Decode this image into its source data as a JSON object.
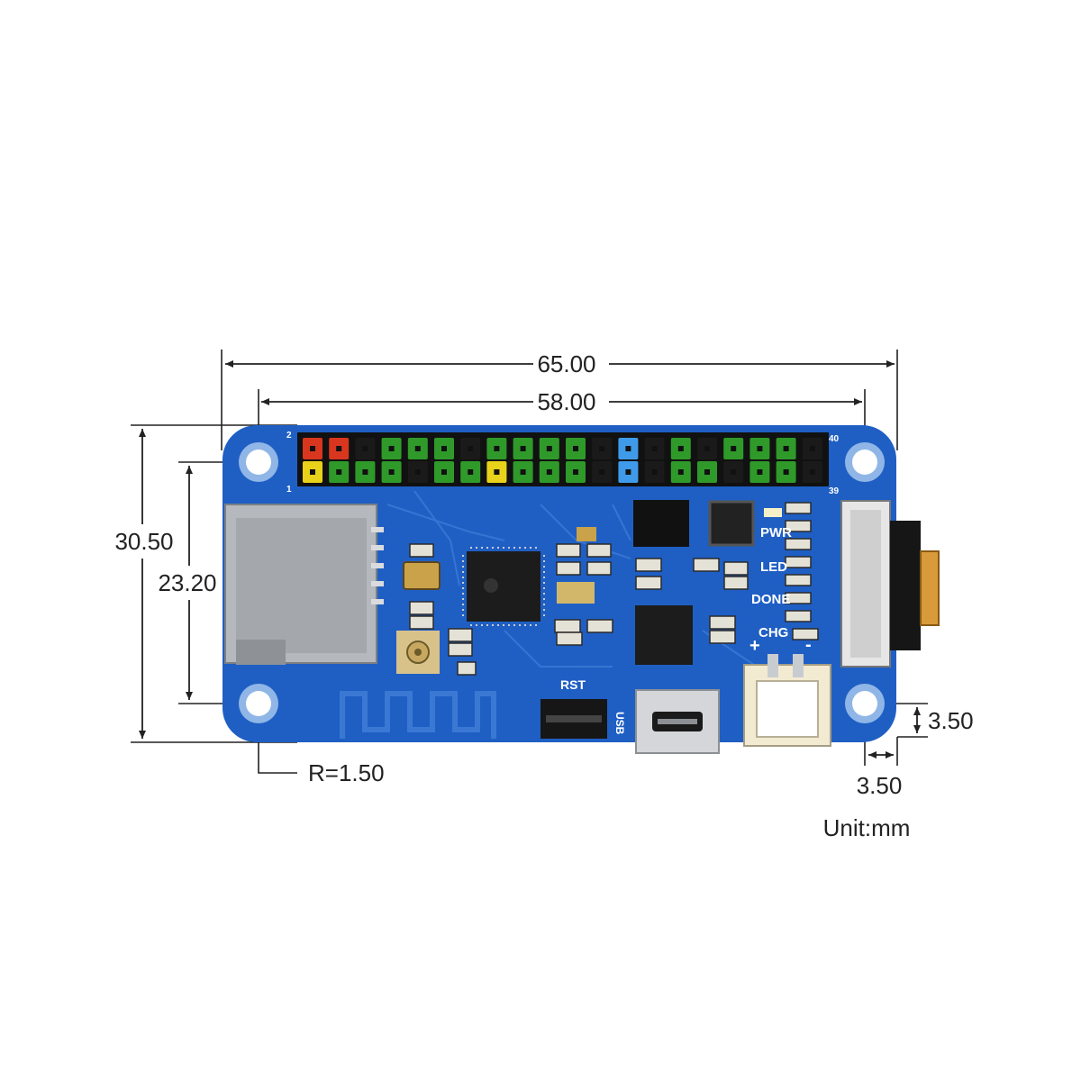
{
  "dimensions": {
    "overall_width": "65.00",
    "hole_spacing_x": "58.00",
    "overall_height": "30.50",
    "hole_spacing_y": "23.20",
    "corner_radius": "R=1.50",
    "hole_offset_y": "3.50",
    "hole_offset_x": "3.50",
    "unit": "Unit:mm"
  },
  "board": {
    "pcb_color": "#1f5fc4",
    "header_pin_labels": {
      "top_left": "2",
      "bottom_left": "1",
      "top_right": "40",
      "bottom_right": "39"
    },
    "header_pin_colors": {
      "top": [
        "red",
        "red",
        "black",
        "green",
        "green",
        "green",
        "black",
        "green",
        "green",
        "green",
        "green",
        "black",
        "blue",
        "black",
        "green",
        "black",
        "green",
        "green",
        "green",
        "black"
      ],
      "bottom": [
        "yellow",
        "green",
        "green",
        "green",
        "black",
        "green",
        "green",
        "yellow",
        "green",
        "green",
        "green",
        "black",
        "blue",
        "black",
        "green",
        "green",
        "black",
        "green",
        "green",
        "black"
      ]
    },
    "silkscreen": {
      "rst": "RST",
      "usb": "USB",
      "pwr": "PWR",
      "led": "LED",
      "done": "DONE",
      "chg": "CHG",
      "plus": "+",
      "minus": "-"
    },
    "icons": {
      "sd_slot": "microsd-slot-icon",
      "mcu": "esp32-chip-icon",
      "usb_port": "micro-usb-port-icon",
      "battery_connector": "jst-connector-icon",
      "fpc": "fpc-connector-icon",
      "antenna": "pcb-antenna-icon",
      "ufl": "ufl-antenna-connector-icon"
    }
  }
}
